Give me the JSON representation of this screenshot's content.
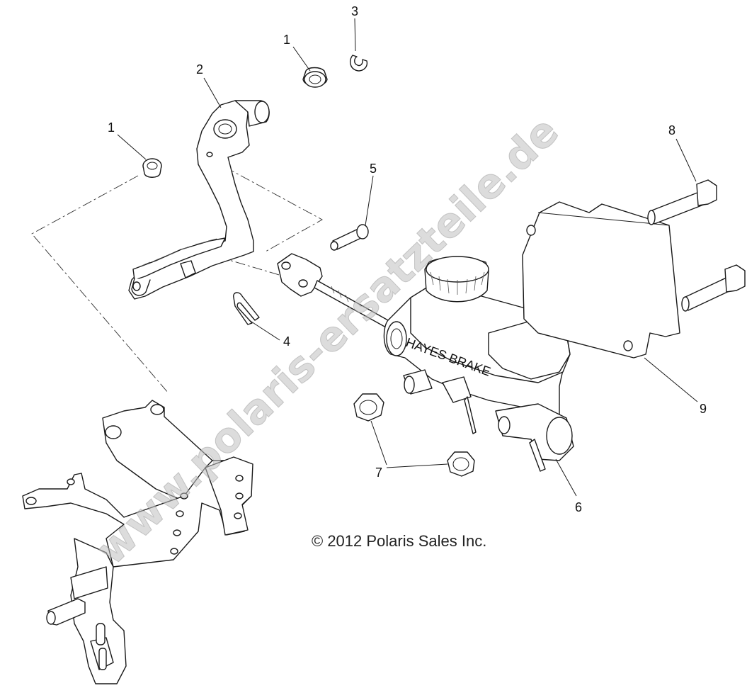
{
  "diagram": {
    "callouts": [
      {
        "id": "c1a",
        "text": "1"
      },
      {
        "id": "c1b",
        "text": "1"
      },
      {
        "id": "c2",
        "text": "2"
      },
      {
        "id": "c3",
        "text": "3"
      },
      {
        "id": "c4",
        "text": "4"
      },
      {
        "id": "c5",
        "text": "5"
      },
      {
        "id": "c6",
        "text": "6"
      },
      {
        "id": "c7",
        "text": "7"
      },
      {
        "id": "c8",
        "text": "8"
      },
      {
        "id": "c9",
        "text": "9"
      }
    ],
    "copyright": "© 2012 Polaris Sales Inc.",
    "watermark": "www.polaris-ersatzteile.de",
    "reservoir_marking": "HAYES BRAKE"
  }
}
